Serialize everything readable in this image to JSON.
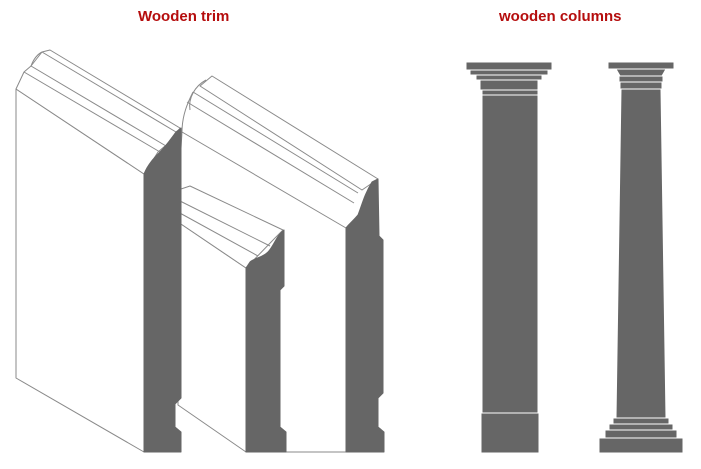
{
  "headings": {
    "trim": "Wooden trim",
    "columns": "wooden columns"
  },
  "colors": {
    "heading": "#b50d0d",
    "profile": "#666666",
    "face": "#ffffff",
    "outline": "#8a8a8a"
  },
  "illustrations": {
    "trim": [
      "tall-baseboard-trim",
      "short-baseboard-trim",
      "ogee-baseboard-trim"
    ],
    "columns": [
      "square-column",
      "round-tapered-column"
    ]
  }
}
